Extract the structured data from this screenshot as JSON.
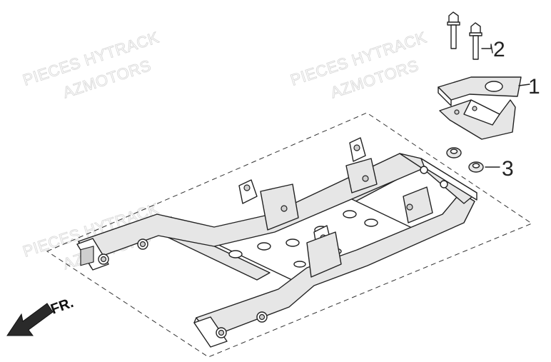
{
  "watermarks": [
    {
      "line1": "PIECES HYTRACK",
      "line2": "AZMOTORS"
    },
    {
      "line1": "PIECES HYTRACK",
      "line2": "AZMOTORS"
    },
    {
      "line1": "PIECES HYTRACK",
      "line2": "AZMOTORS"
    }
  ],
  "callouts": [
    {
      "number": "1",
      "part": "engine-mount-bracket"
    },
    {
      "number": "2",
      "part": "flange-bolts"
    },
    {
      "number": "3",
      "part": "flange-nuts"
    }
  ],
  "direction": {
    "label": "FR."
  }
}
